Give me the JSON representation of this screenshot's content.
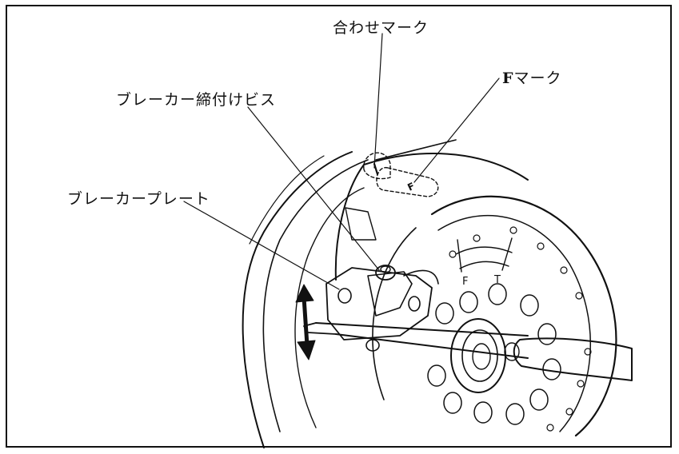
{
  "labels": {
    "alignment_mark": "合わせマーク",
    "f_mark_letter": "F",
    "f_mark_suffix": "マーク",
    "breaker_screw": "ブレーカー締付けビス",
    "breaker_plate": "ブレーカープレート"
  },
  "engravings": {
    "rotor_f": "F",
    "plate_f": "F",
    "plate_t": "T"
  },
  "colors": {
    "ink": "#111111",
    "paper": "#ffffff"
  }
}
